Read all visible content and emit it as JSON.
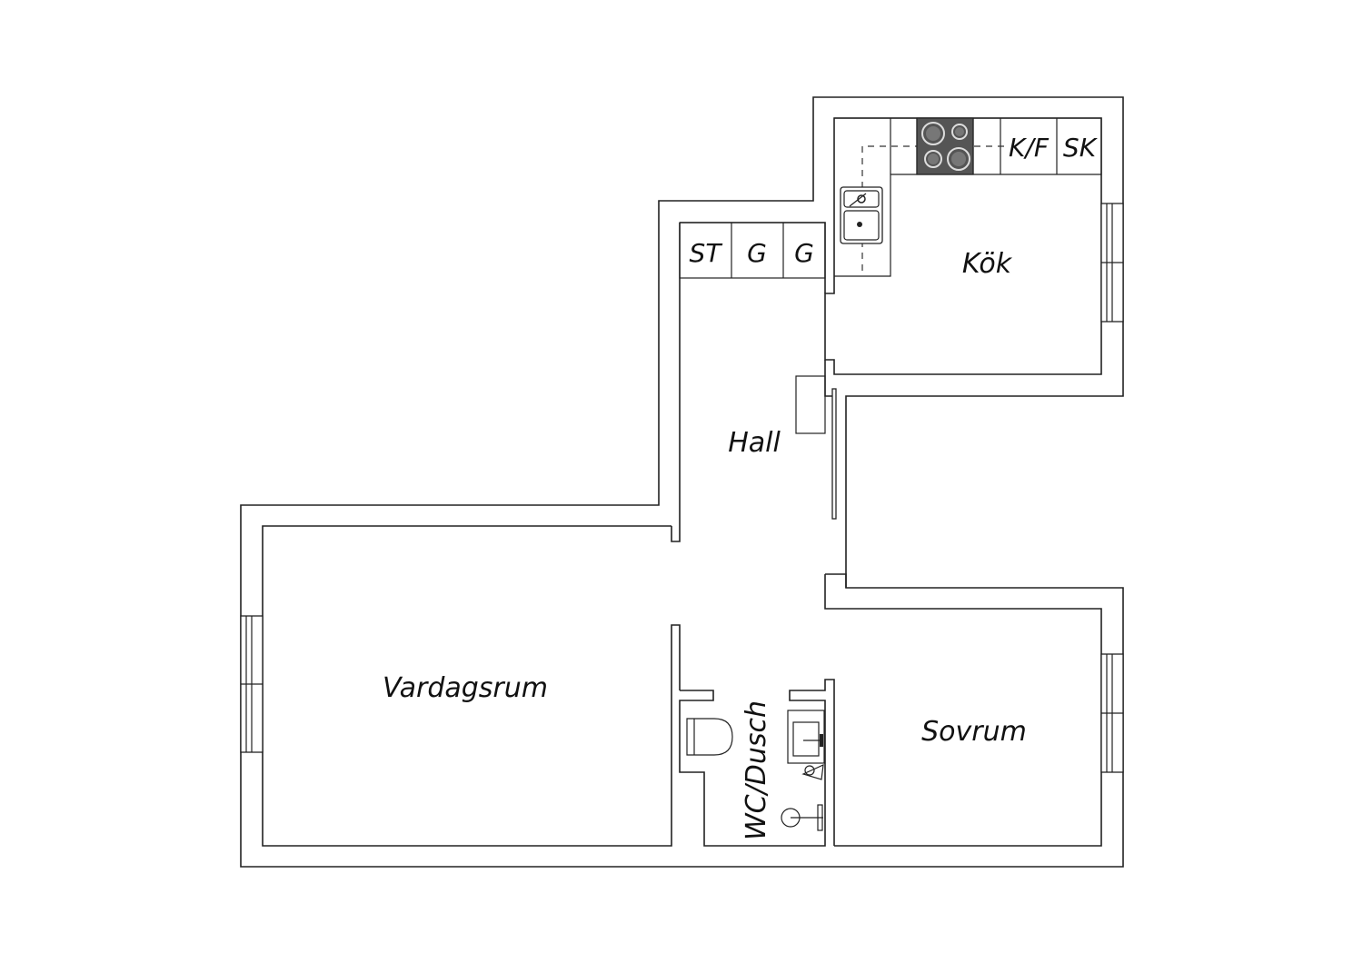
{
  "colors": {
    "wall": "#222222",
    "stove": "#555555",
    "background": "#ffffff"
  },
  "rooms": {
    "kitchen": "Kök",
    "hall": "Hall",
    "living_room": "Vardagsrum",
    "bedroom": "Sovrum",
    "bathroom": "WC/Dusch"
  },
  "fixtures": {
    "stove_cabinet": "ST",
    "wardrobe_1": "G",
    "wardrobe_2": "G",
    "fridge_freezer": "K/F",
    "cabinet": "SK"
  },
  "icons": [
    "stove-icon",
    "sink-icon",
    "toilet-icon",
    "washbasin-icon",
    "shower-icon",
    "window-icon",
    "door-icon"
  ]
}
